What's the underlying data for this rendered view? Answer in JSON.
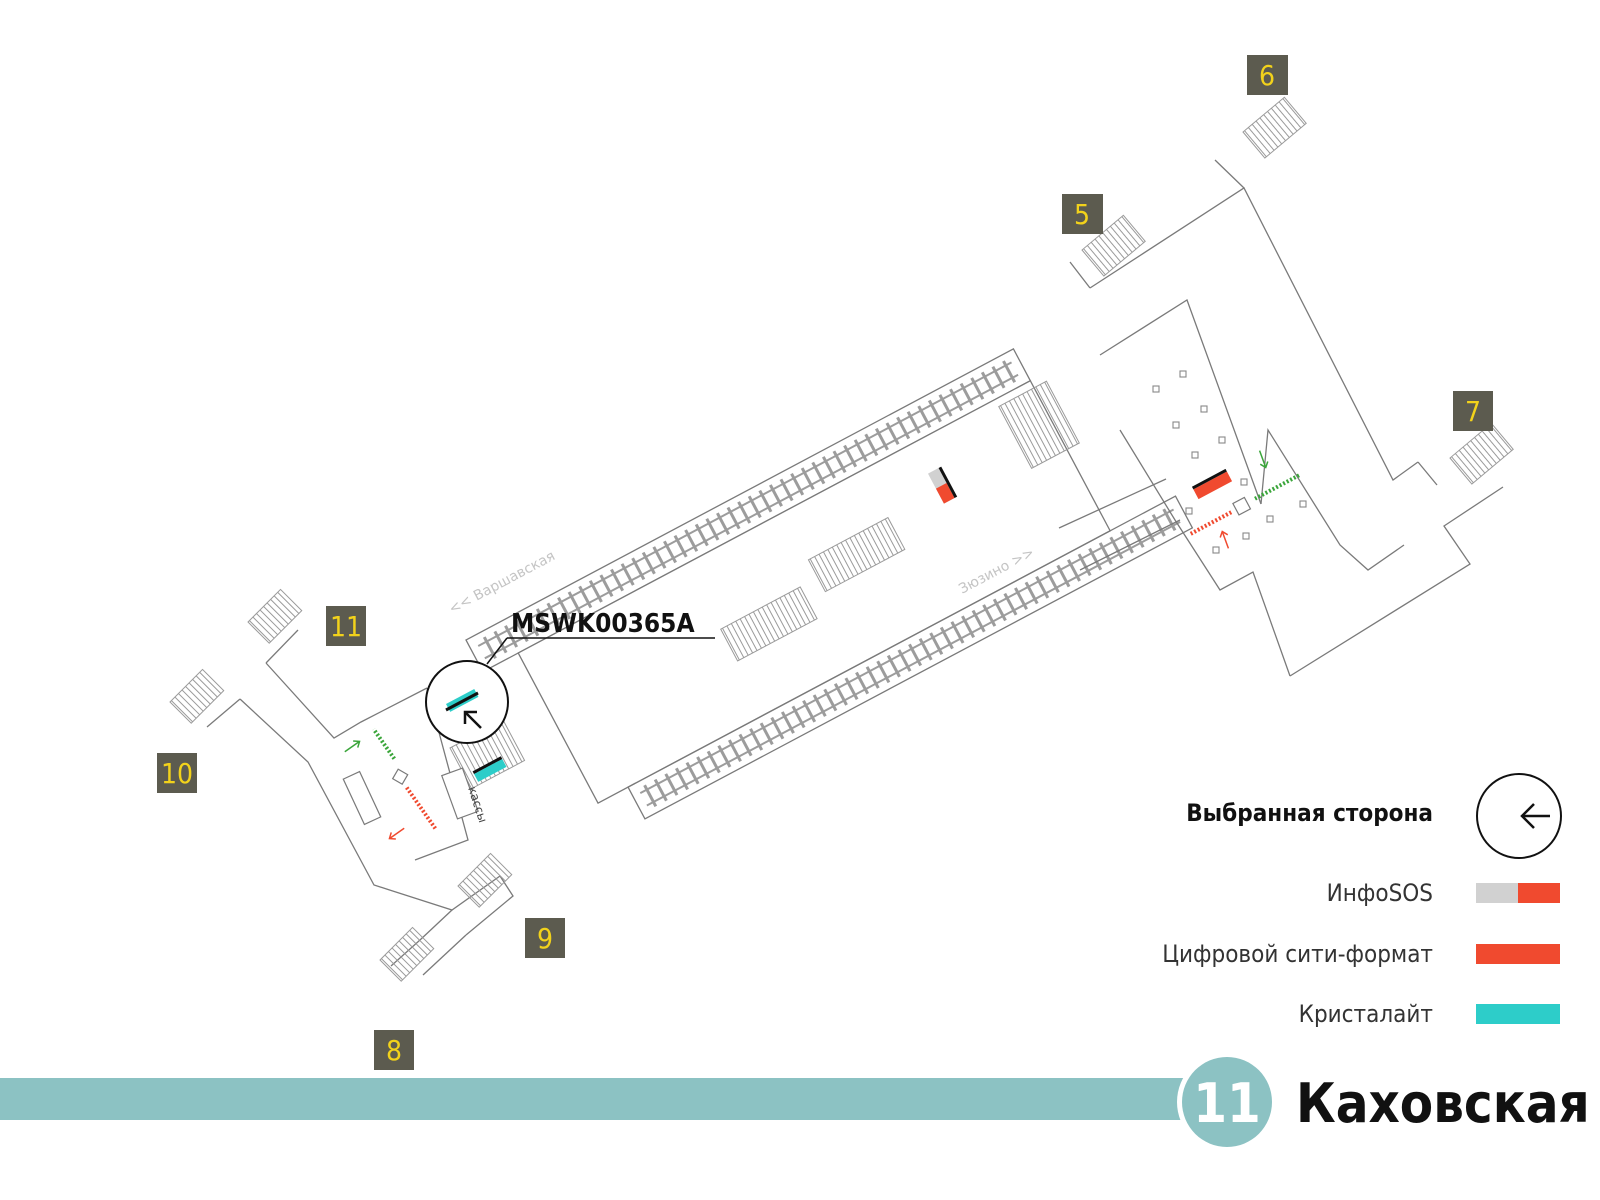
{
  "station": {
    "name": "Каховская",
    "line_number": "11",
    "line_color": "#8cc2c3"
  },
  "exits": [
    "6",
    "5",
    "7",
    "11",
    "10",
    "9",
    "8"
  ],
  "directions": {
    "left": "<< Варшавская",
    "right": "Зюзино >>"
  },
  "kassy": "кассы",
  "panel": {
    "code": "MSWK00365A"
  },
  "legend": {
    "selected_side": "Выбранная сторона",
    "infosos": "ИнфоSOS",
    "digital_city_format": "Цифровой сити-формат",
    "crystalight": "Кристалайт"
  },
  "colors": {
    "red": "#f04a2f",
    "cyan": "#2dcdc9",
    "grey": "#d1d1d1",
    "green": "#3aa53a",
    "exit_box": "#5c5b4f",
    "exit_text": "#f2d21b"
  },
  "icons": {
    "selected_side": "arrow-left-icon",
    "panel_direction": "arrow-up-left-icon"
  }
}
